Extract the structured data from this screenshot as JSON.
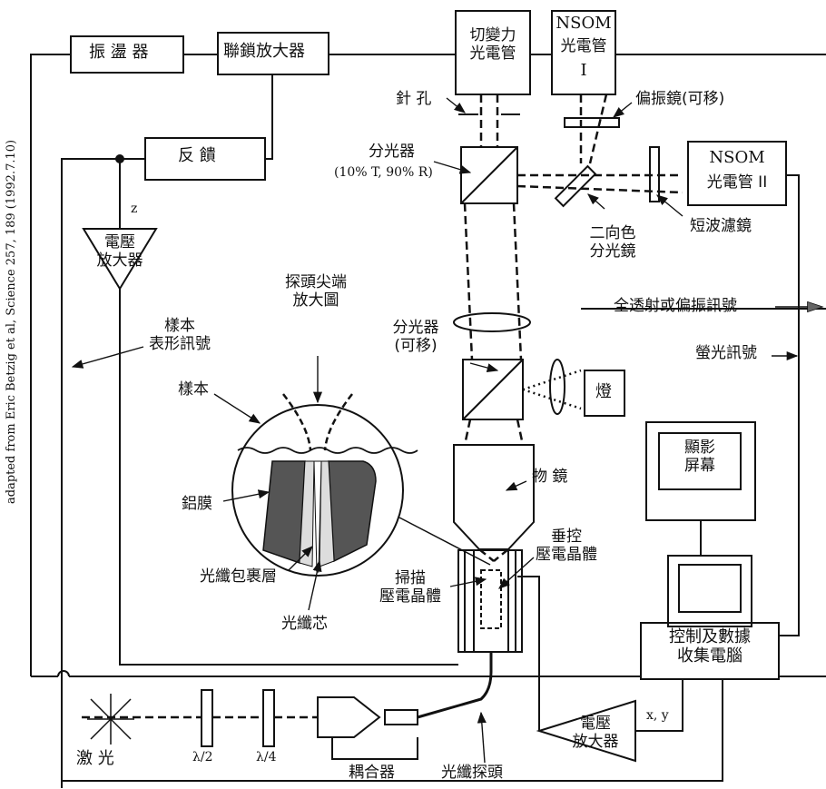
{
  "labels": {
    "oscillator": "振 盪 器",
    "lockin": "聯鎖放大器",
    "shear_force_pmt": "切變力\n光電管",
    "nsom_pmt1_a": "NSOM",
    "nsom_pmt1_b": "光電管",
    "nsom_pmt1_c": "I",
    "feedback": "反 饋",
    "pinhole": "針 孔",
    "polarizer": "偏振鏡(可移)",
    "beamsplitter": "分光器",
    "beamsplitter_ratio": "(10% T, 90% R)",
    "nsom_pmt2_a": "NSOM",
    "nsom_pmt2_b": "光電管 II",
    "short_filter": "短波濾鏡",
    "dichroic": "二向色\n分光鏡",
    "z": "z",
    "voltage_amp": "電壓\n放大器",
    "tip_magnified": "探頭尖端\n放大圖",
    "sample_topo": "樣本\n表形訊號",
    "trans_polar_signal": "全透射或偏振訊號",
    "bs_movable": "分光器\n(可移)",
    "lamp": "燈",
    "fluor_signal": "螢光訊號",
    "sample": "樣本",
    "display": "顯影\n屏幕",
    "objective": "物 鏡",
    "al_film": "鋁膜",
    "vertical_pzt": "垂控\n壓電晶體",
    "scan_pzt": "掃描\n壓電晶體",
    "cladding": "光纖包裹層",
    "core": "光纖芯",
    "computer": "控制及數據\n收集電腦",
    "xy": "x, y",
    "voltage_amp2": "電壓\n放大器",
    "laser": "激 光",
    "half_wave": "λ/2",
    "quarter_wave": "λ/4",
    "coupler": "耦合器",
    "fiber_probe": "光纖探頭"
  },
  "credit": "adapted from Eric Betzig et al, Science 257, 189 (1992.7.10)"
}
